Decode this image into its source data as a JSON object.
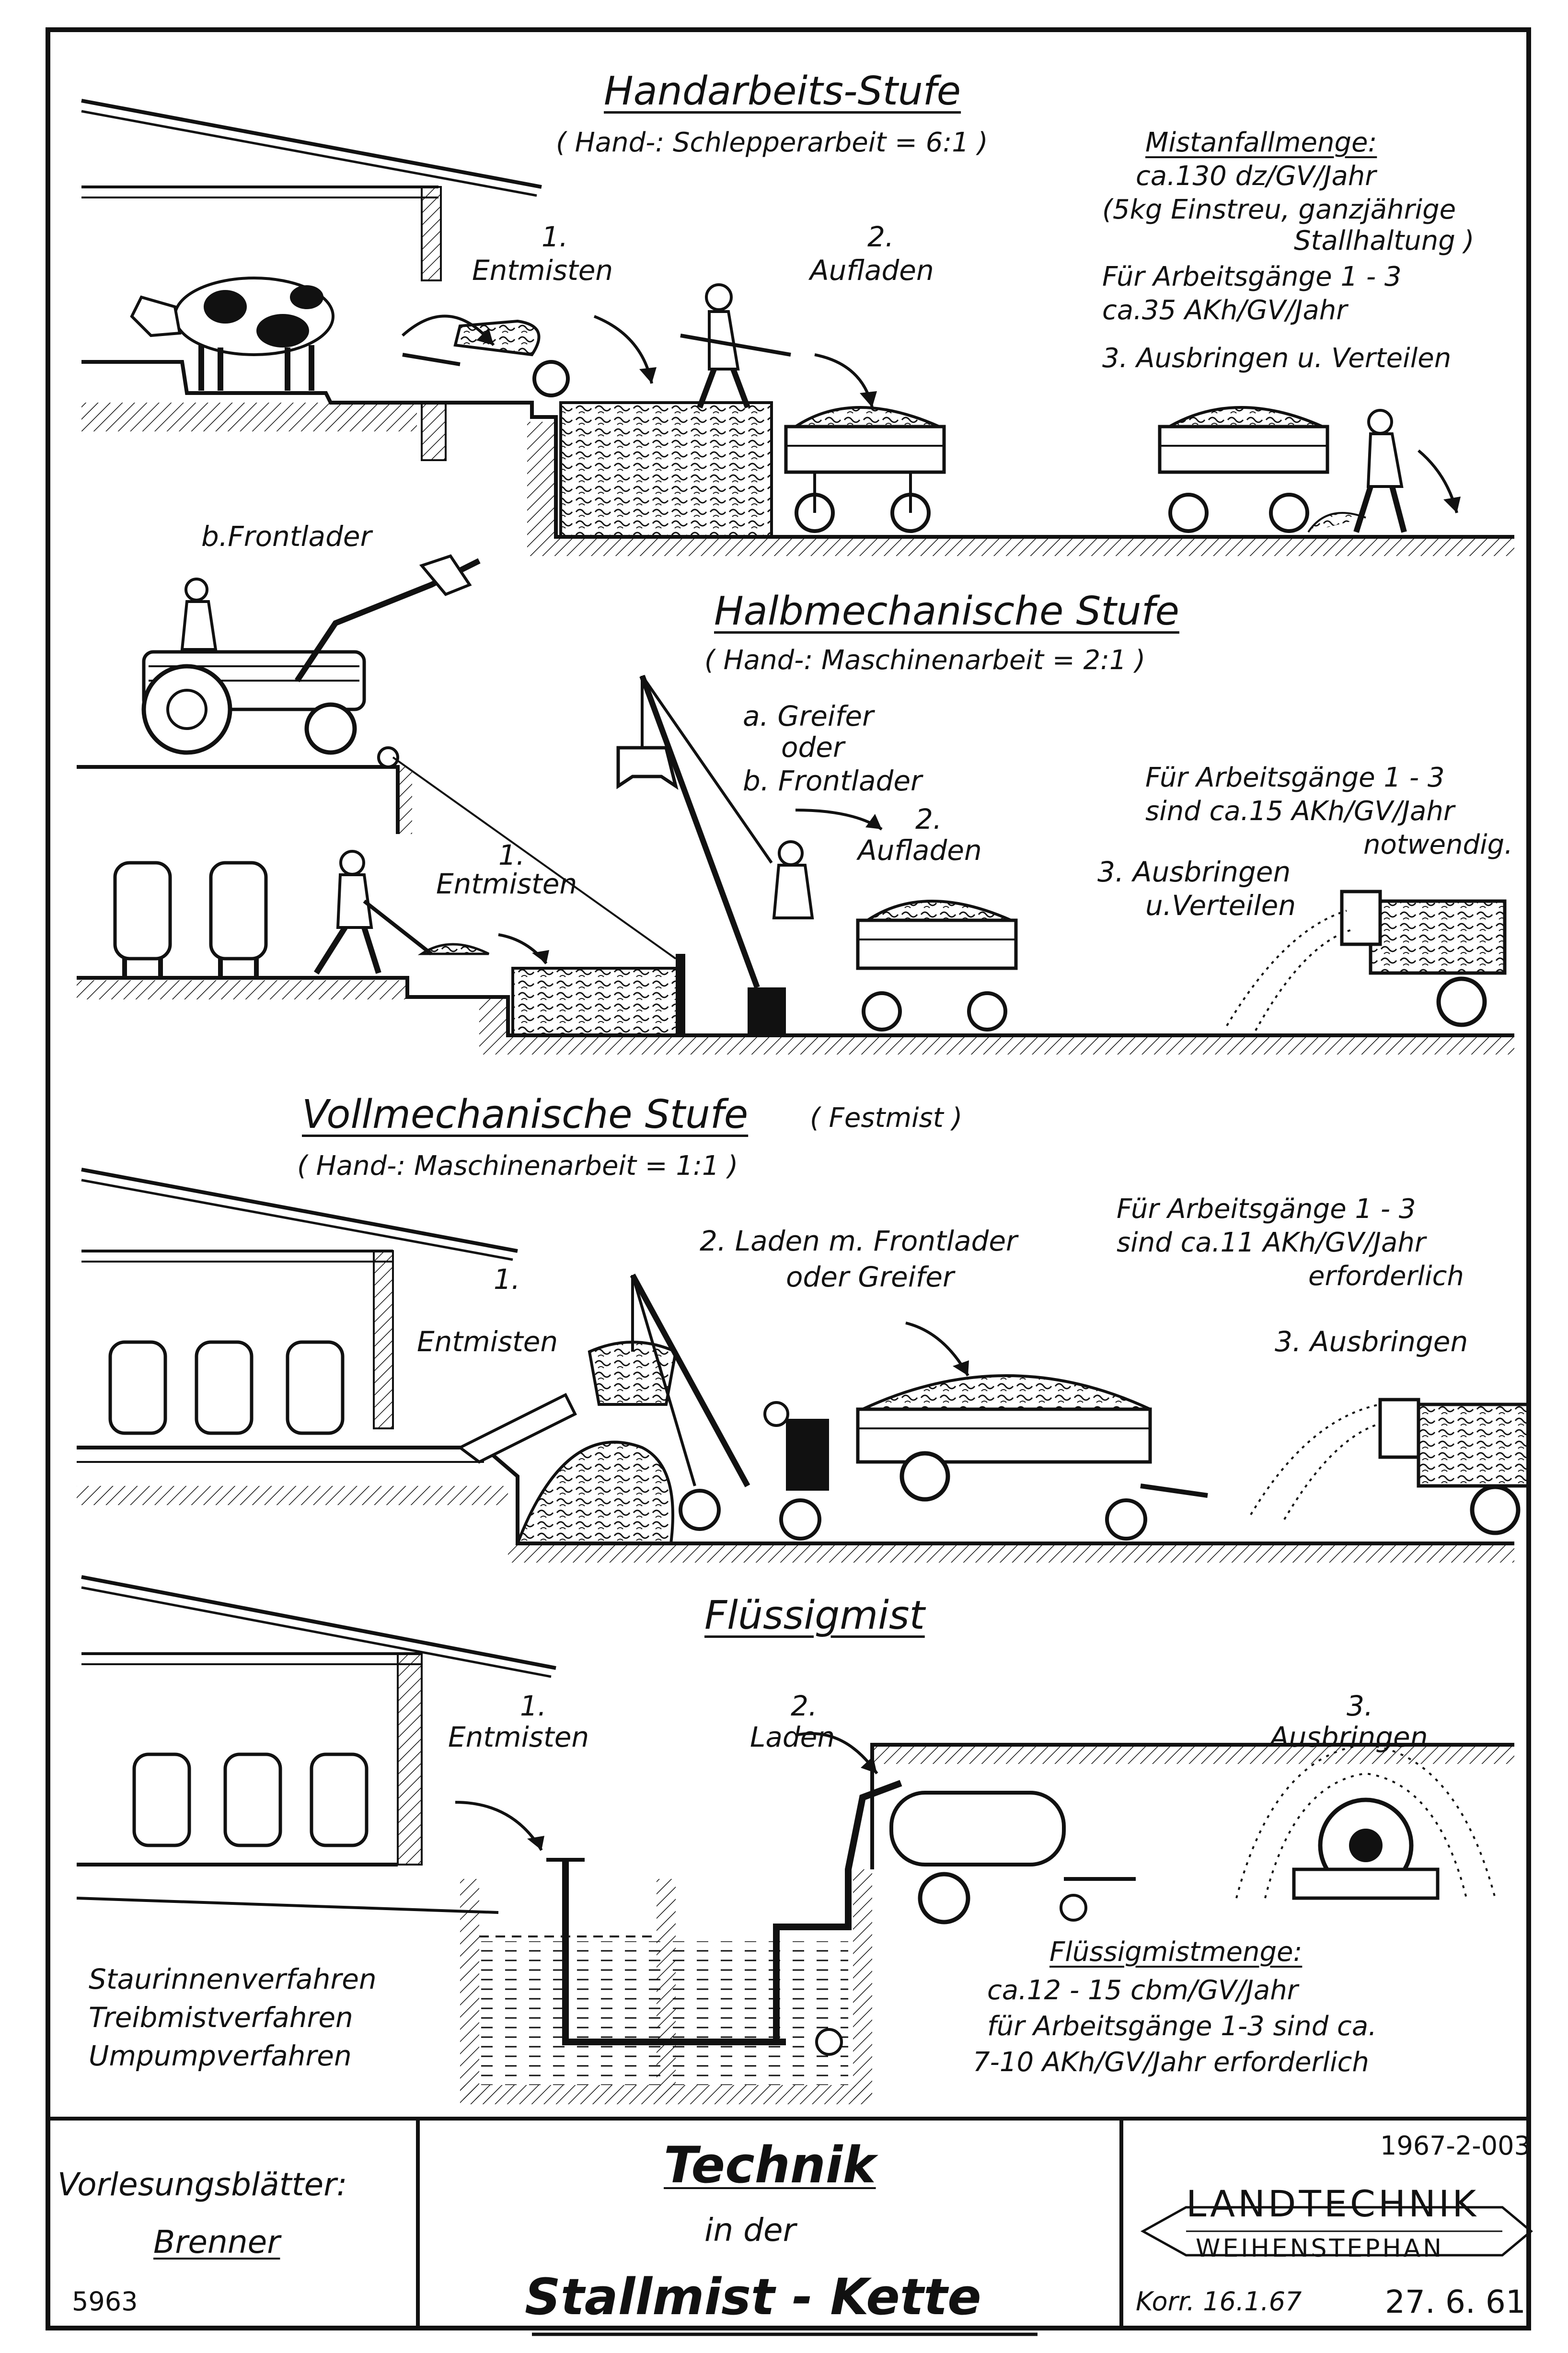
{
  "sections": {
    "handarbeit": {
      "title": "Handarbeits-Stufe",
      "ratio": "( Hand-: Schlepperarbeit = 6:1 )",
      "step1_num": "1.",
      "step1": "Entmisten",
      "step2_num": "2.",
      "step2": "Aufladen",
      "info_head": "Mistanfallmenge:",
      "info_lines": [
        "ca.130 dz/GV/Jahr",
        "(5kg Einstreu, ganzjährige",
        "Stallhaltung )",
        "Für Arbeitsgänge 1 - 3",
        "ca.35 AKh/GV/Jahr"
      ],
      "step3": "3. Ausbringen u. Verteilen",
      "frontlader": "b.Frontlader"
    },
    "halbmech": {
      "title": "Halbmechanische Stufe",
      "ratio": "( Hand-: Maschinenarbeit = 2:1 )",
      "opt_a": "a. Greifer",
      "opt_oder": "oder",
      "opt_b": "b. Frontlader",
      "step1_num": "1.",
      "step1": "Entmisten",
      "step2_num": "2.",
      "step2": "Aufladen",
      "info_lines": [
        "Für Arbeitsgänge 1 - 3",
        "sind ca.15 AKh/GV/Jahr",
        "notwendig."
      ],
      "step3a": "3. Ausbringen",
      "step3b": "u.Verteilen"
    },
    "vollmech": {
      "title": "Vollmechanische Stufe",
      "title_note": "( Festmist )",
      "ratio": "( Hand-: Maschinenarbeit = 1:1 )",
      "step1_num": "1.",
      "step1": "Entmisten",
      "step2a": "2. Laden m. Frontlader",
      "step2b": "oder Greifer",
      "info_lines": [
        "Für Arbeitsgänge 1 - 3",
        "sind ca.11 AKh/GV/Jahr",
        "erforderlich"
      ],
      "step3": "3. Ausbringen"
    },
    "fluessig": {
      "title": "Flüssigmist",
      "step1_num": "1.",
      "step1": "Entmisten",
      "step2_num": "2.",
      "step2": "Laden",
      "step3_num": "3.",
      "step3": "Ausbringen",
      "methods": [
        "Staurinnenverfahren",
        "Treibmistverfahren",
        "Umpumpverfahren"
      ],
      "info_head": "Flüssigmistmenge:",
      "info_lines": [
        "ca.12 - 15 cbm/GV/Jahr",
        "für Arbeitsgänge 1-3 sind ca.",
        "7-10 AKh/GV/Jahr erforderlich"
      ]
    }
  },
  "footer": {
    "left_head": "Vorlesungsblätter:",
    "left_name": "Brenner",
    "stamp": "5963",
    "center_top": "Technik",
    "center_mid": "in der",
    "center_bottom": "Stallmist - Kette",
    "doc_id": "1967-2-003",
    "logo_top": "LANDTECHNIK",
    "logo_bottom": "WEIHENSTEPHAN",
    "korr": "Korr. 16.1.67",
    "date": "27. 6. 61"
  },
  "colors": {
    "ink": "#111111",
    "paper": "#ffffff"
  }
}
